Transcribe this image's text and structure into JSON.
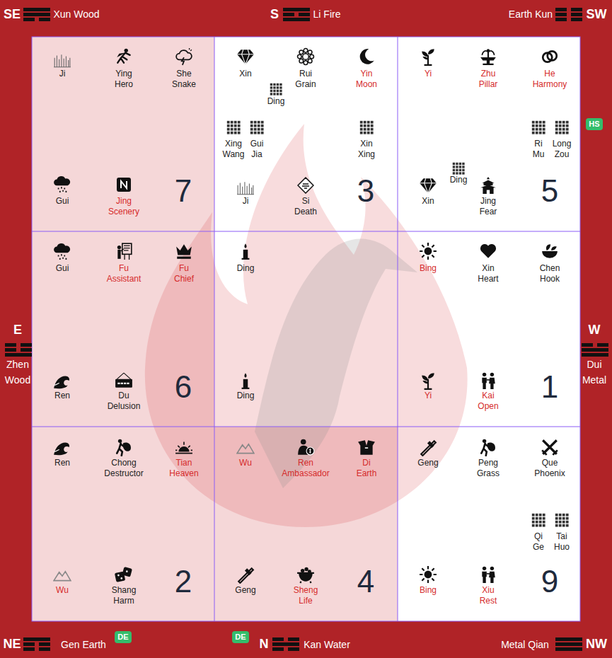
{
  "diagram": {
    "nodes": [
      {
        "text": [
          "Ji",
          "Ying Hero",
          "She Snake",
          "Gui",
          "Jing Scenery",
          "7"
        ]
      },
      {
        "text": [
          "Xin",
          "Rui Grain",
          "Yin Moon",
          "Ding",
          "Xing Wang",
          "Gui Jia",
          "Xin Xing",
          "Ji",
          "Si Death",
          "3"
        ]
      },
      {
        "text": [
          "Yi",
          "Zhu Pillar",
          "He Harmony",
          "Ri Mu",
          "Long Zou",
          "Ding",
          "Xin",
          "Jing Fear",
          "5"
        ]
      },
      {
        "text": [
          "Gui",
          "Fu Assistant",
          "Fu Chief",
          "Ren",
          "Du Delusion",
          "6"
        ]
      },
      {
        "text": [
          "Ding",
          "Ding"
        ]
      },
      {
        "text": [
          "Bing",
          "Xin Heart",
          "Chen Hook",
          "Yi",
          "Kai Open",
          "1"
        ]
      },
      {
        "text": [
          "Ren",
          "Chong Destructor",
          "Tian Heaven",
          "Wu",
          "Shang Harm",
          "2"
        ]
      },
      {
        "text": [
          "Wu",
          "Ren Ambassador",
          "Di Earth",
          "Geng",
          "Sheng Life",
          "4"
        ]
      },
      {
        "text": [
          "Geng",
          "Peng Grass",
          "Que Phoenix",
          "Qi Ge",
          "Tai Huo",
          "Bing",
          "Xiu Rest",
          "9"
        ]
      },
      {
        "text": [
          "HS"
        ]
      },
      {
        "text": [
          "DE"
        ]
      },
      {
        "text": [
          "DE"
        ]
      }
    ],
    "labels": [
      "SE",
      "Xun Wood",
      "S",
      "Li Fire",
      "Earth Kun",
      "SW",
      "E",
      "Zhen Wood",
      "W",
      "Dui Metal",
      "NE",
      "Gen Earth",
      "N",
      "Kan Water",
      "Metal Qian",
      "NW"
    ]
  }
}
